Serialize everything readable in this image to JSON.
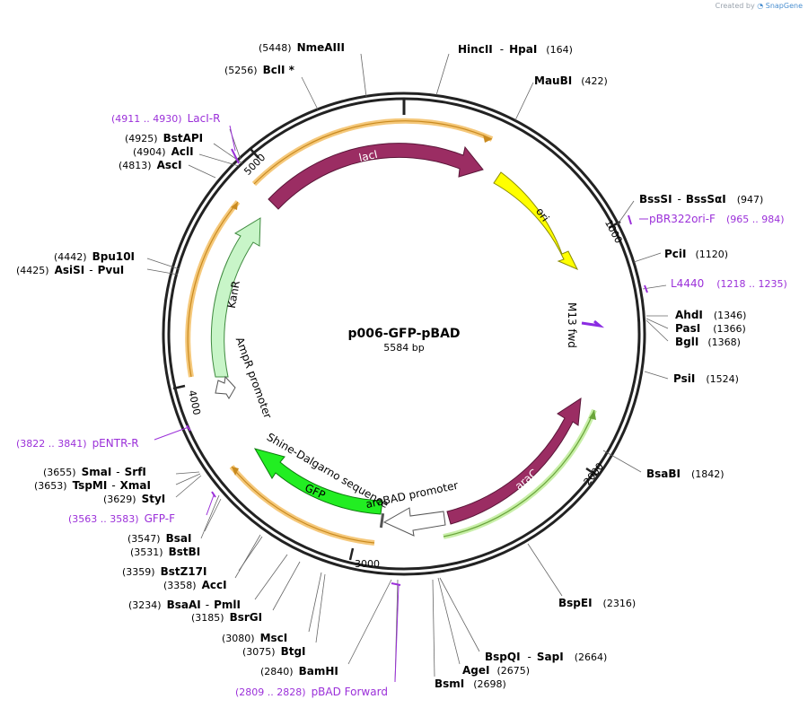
{
  "brand": {
    "prefix": "Created by",
    "name": "SnapGene"
  },
  "plasmid": {
    "name": "p006-GFP-pBAD",
    "length_label": "5584 bp",
    "length": 5584
  },
  "ticks": [
    {
      "label": "1000",
      "pos": 1000
    },
    {
      "label": "2000",
      "pos": 2000
    },
    {
      "label": "3000",
      "pos": 3000
    },
    {
      "label": "4000",
      "pos": 4000
    },
    {
      "label": "5000",
      "pos": 5000
    }
  ],
  "features": [
    {
      "name": "lacI",
      "type": "cds",
      "color": "#9b2d63"
    },
    {
      "name": "ori",
      "type": "rep_origin",
      "color": "#ffff00"
    },
    {
      "name": "KanR",
      "type": "cds",
      "color": "#c8f5c8"
    },
    {
      "name": "AmpR promoter",
      "type": "promoter",
      "color": "#ffffff"
    },
    {
      "name": "araC",
      "type": "cds",
      "color": "#9b2d63"
    },
    {
      "name": "araBAD promoter",
      "type": "promoter",
      "color": "#ffffff"
    },
    {
      "name": "GFP",
      "type": "cds",
      "color": "#22ee22"
    },
    {
      "name": "Shine-Dalgarno sequence",
      "type": "rbs",
      "color": "#555555"
    },
    {
      "name": "M13 fwd",
      "type": "primer_bind",
      "color": "#8a2be2"
    }
  ],
  "labels": {
    "nmeaiii": {
      "pos": "(5448)",
      "name": "NmeAIII"
    },
    "bcli": {
      "pos": "(5256)",
      "name": "BclI *"
    },
    "lacir": {
      "pos": "(4911 .. 4930)",
      "name": "LacI-R"
    },
    "bstapi": {
      "pos": "(4925)",
      "name": "BstAPI"
    },
    "acli": {
      "pos": "(4904)",
      "name": "AclI"
    },
    "asci": {
      "pos": "(4813)",
      "name": "AscI"
    },
    "bpu10i": {
      "pos": "(4442)",
      "name": "Bpu10I"
    },
    "asisi": {
      "pos": "(4425)",
      "name": "AsiSI",
      "name2": "PvuI"
    },
    "pentrr": {
      "pos": "(3822 .. 3841)",
      "name": "pENTR-R"
    },
    "smai": {
      "pos": "(3655)",
      "name": "SmaI",
      "name2": "SrfI"
    },
    "tspmi": {
      "pos": "(3653)",
      "name": "TspMI",
      "name2": "XmaI"
    },
    "styi": {
      "pos": "(3629)",
      "name": "StyI"
    },
    "gfpf": {
      "pos": "(3563 .. 3583)",
      "name": "GFP-F"
    },
    "bsai": {
      "pos": "(3547)",
      "name": "BsaI"
    },
    "bstbi": {
      "pos": "(3531)",
      "name": "BstBI"
    },
    "bstz17i": {
      "pos": "(3359)",
      "name": "BstZ17I"
    },
    "acci": {
      "pos": "(3358)",
      "name": "AccI"
    },
    "bsaai": {
      "pos": "(3234)",
      "name": "BsaAI",
      "name2": "PmlI"
    },
    "bsrgi": {
      "pos": "(3185)",
      "name": "BsrGI"
    },
    "msci": {
      "pos": "(3080)",
      "name": "MscI"
    },
    "btgi": {
      "pos": "(3075)",
      "name": "BtgI"
    },
    "bamhi": {
      "pos": "(2840)",
      "name": "BamHI"
    },
    "pbadfwd": {
      "pos": "(2809 .. 2828)",
      "name": "pBAD Forward"
    },
    "hincii": {
      "name": "HincII",
      "name2": "HpaI",
      "pos": "(164)"
    },
    "maubi": {
      "name": "MauBI",
      "pos": "(422)"
    },
    "bsssi": {
      "name": "BssSI",
      "name2": "BssSαI",
      "pos": "(947)"
    },
    "pbr322": {
      "name": "pBR322ori-F",
      "pos": "(965 .. 984)"
    },
    "pcii": {
      "name": "PciI",
      "pos": "(1120)"
    },
    "l4440": {
      "name": "L4440",
      "pos": "(1218 .. 1235)"
    },
    "ahdi": {
      "name": "AhdI",
      "pos": "(1346)"
    },
    "pasi": {
      "name": "PasI",
      "pos": "(1366)"
    },
    "bgli": {
      "name": "BglI",
      "pos": "(1368)"
    },
    "psii": {
      "name": "PsiI",
      "pos": "(1524)"
    },
    "bsabi": {
      "name": "BsaBI",
      "pos": "(1842)"
    },
    "bspei": {
      "name": "BspEI",
      "pos": "(2316)"
    },
    "bspqi": {
      "name": "BspQI",
      "name2": "SapI",
      "pos": "(2664)"
    },
    "agei": {
      "name": "AgeI",
      "pos": "(2675)"
    },
    "bsmi": {
      "name": "BsmI",
      "pos": "(2698)"
    }
  },
  "colors": {
    "backbone": "#222222",
    "primer": "#9b30d9",
    "enzyme_text": "#000000",
    "orange_glow": "#f5c87a",
    "green_glow": "#c8efa8"
  }
}
